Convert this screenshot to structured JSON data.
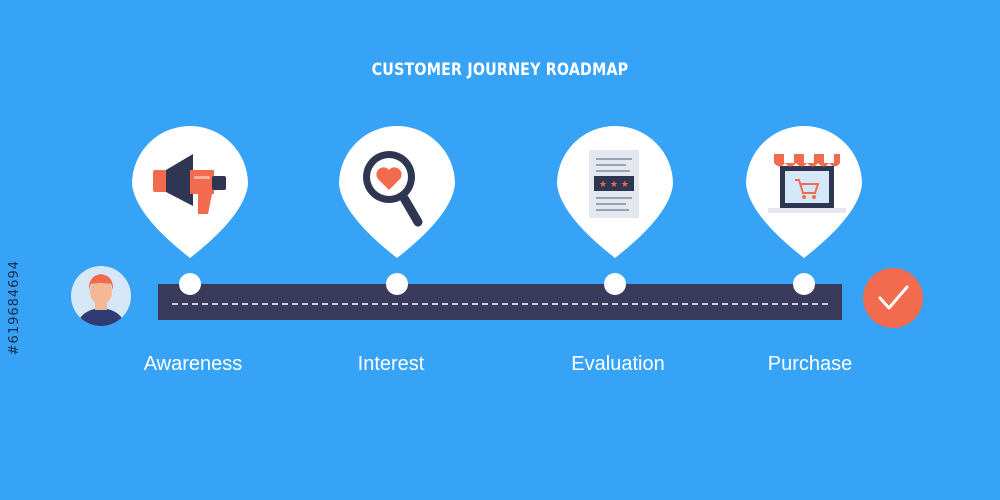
{
  "title": "CUSTOMER JOURNEY ROADMAP",
  "stages": [
    {
      "label": "Awareness",
      "icon": "megaphone-icon"
    },
    {
      "label": "Interest",
      "icon": "magnifier-heart-icon"
    },
    {
      "label": "Evaluation",
      "icon": "review-document-icon"
    },
    {
      "label": "Purchase",
      "icon": "shop-cart-icon"
    }
  ],
  "watermark": "#619684694",
  "colors": {
    "background": "#36a3f7",
    "road": "#3a3a5c",
    "accent": "#f26b4f",
    "white": "#ffffff"
  }
}
